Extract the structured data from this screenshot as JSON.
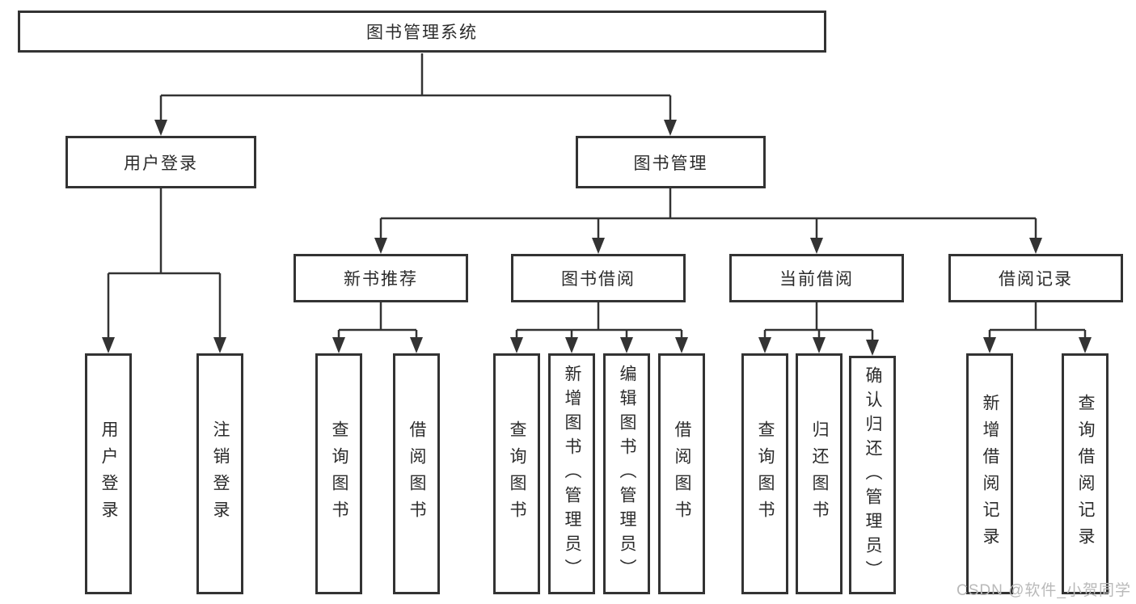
{
  "colors": {
    "background": "#ffffff",
    "line": "#333333",
    "box_border": "#333333",
    "text": "#2b2b2b",
    "watermark": "#b9b9b9"
  },
  "watermark": "CSDN @软件_小贺同学",
  "tree": {
    "root": {
      "label": "图书管理系统"
    },
    "branches": [
      {
        "label": "用户登录",
        "children": [
          {
            "label": "用户登录"
          },
          {
            "label": "注销登录"
          }
        ]
      },
      {
        "label": "图书管理",
        "children": [
          {
            "label": "新书推荐",
            "children": [
              {
                "label": "查询图书"
              },
              {
                "label": "借阅图书"
              }
            ]
          },
          {
            "label": "图书借阅",
            "children": [
              {
                "label": "查询图书"
              },
              {
                "label": "新增图书（管理员）"
              },
              {
                "label": "编辑图书（管理员）"
              },
              {
                "label": "借阅图书"
              }
            ]
          },
          {
            "label": "当前借阅",
            "children": [
              {
                "label": "查询图书"
              },
              {
                "label": "归还图书"
              },
              {
                "label": "确认归还（管理员）"
              }
            ]
          },
          {
            "label": "借阅记录",
            "children": [
              {
                "label": "新增借阅记录"
              },
              {
                "label": "查询借阅记录"
              }
            ]
          }
        ]
      }
    ]
  }
}
